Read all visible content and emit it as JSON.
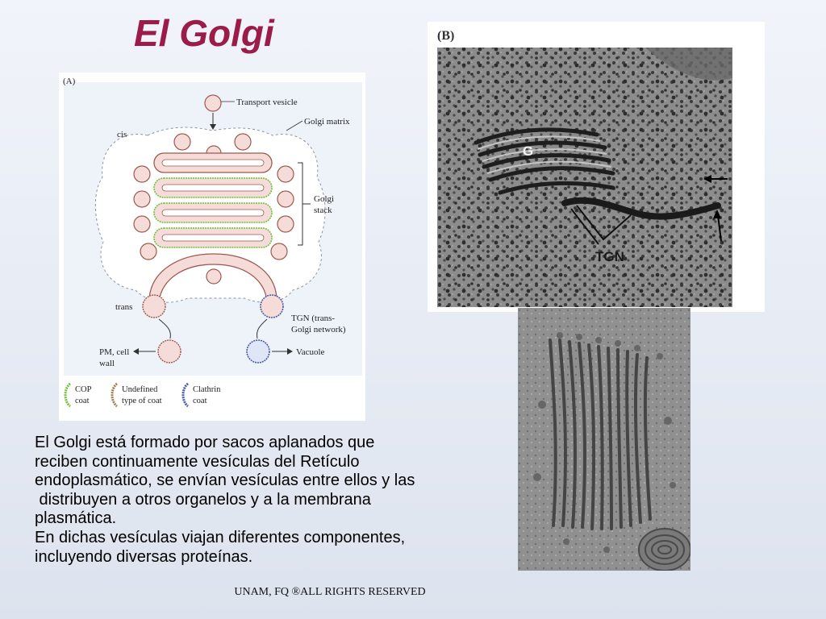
{
  "slide": {
    "title": "El Golgi",
    "body_lines": [
      "El Golgi está formado por sacos aplanados que",
      "reciben continuamente vesículas del Retículo",
      "endoplasmático, se envían vesículas entre ellos y las",
      " distribuyen a otros organelos y a la membrana",
      "plasmática.",
      "En dichas vesículas viajan diferentes componentes,",
      "incluyendo diversas proteínas."
    ],
    "footer": "UNAM, FQ ®ALL RIGHTS RESERVED"
  },
  "diagram_a": {
    "panel_label": "(A)",
    "labels": {
      "transport_vesicle": "Transport vesicle",
      "golgi_matrix": "Golgi matrix",
      "cis": "cis",
      "golgi_stack_line1": "Golgi",
      "golgi_stack_line2": "stack",
      "trans": "trans",
      "tgn_line1": "TGN (trans-",
      "tgn_line2": "Golgi network)",
      "pm_line1": "PM, cell",
      "pm_line2": "wall",
      "vacuole": "Vacuole"
    },
    "legend": [
      {
        "line1": "COP",
        "line2": "coat",
        "color": "#6fbf3a"
      },
      {
        "line1": "Undefined",
        "line2": "type of coat",
        "color": "#a07a4a"
      },
      {
        "line1": "Clathrin",
        "line2": "coat",
        "color": "#4a5aa8"
      }
    ]
  },
  "micrograph_b": {
    "panel_label": "(B)",
    "label_g": "G",
    "label_tgn": "TGN"
  }
}
